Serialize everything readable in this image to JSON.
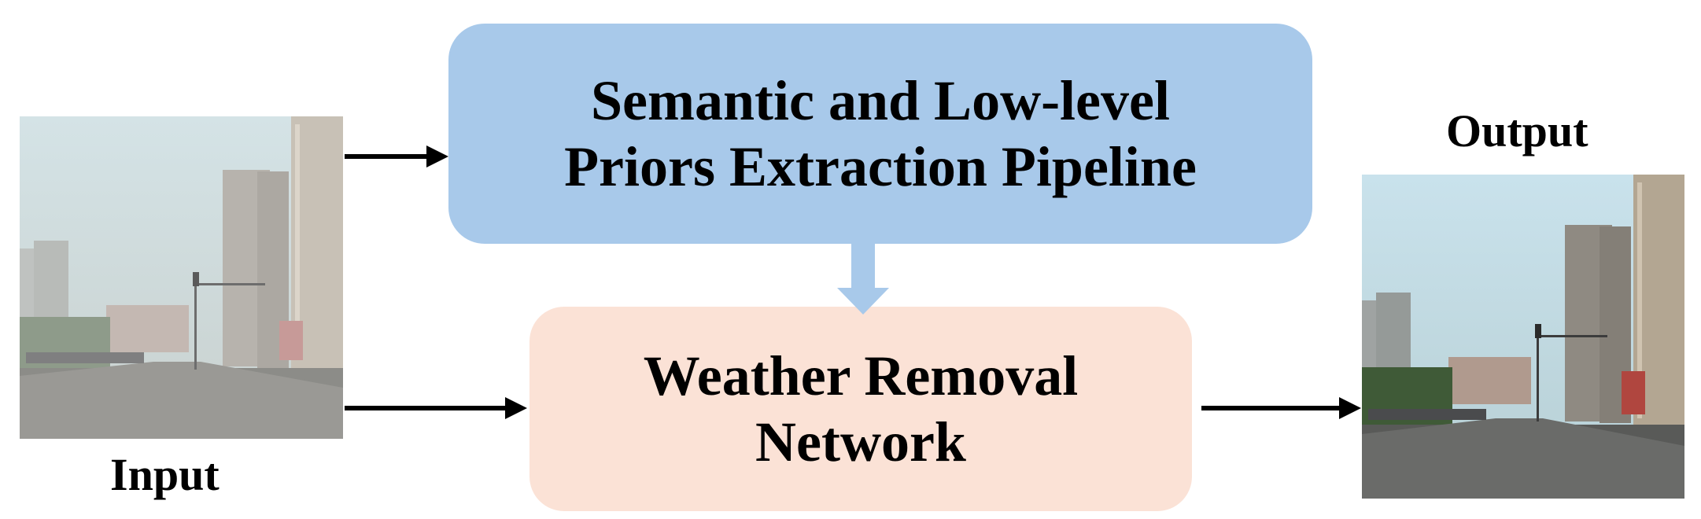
{
  "input": {
    "caption": "Input"
  },
  "output": {
    "caption": "Output"
  },
  "priors_box": {
    "line1": "Semantic and Low-level",
    "line2": "Priors Extraction Pipeline"
  },
  "weather_box": {
    "line1": "Weather Removal",
    "line2": "Network"
  },
  "colors": {
    "priors_fill": "#a8c9ea",
    "weather_fill": "#fbe2d6",
    "down_arrow": "#a8c9ea",
    "arrows": "#000000"
  }
}
